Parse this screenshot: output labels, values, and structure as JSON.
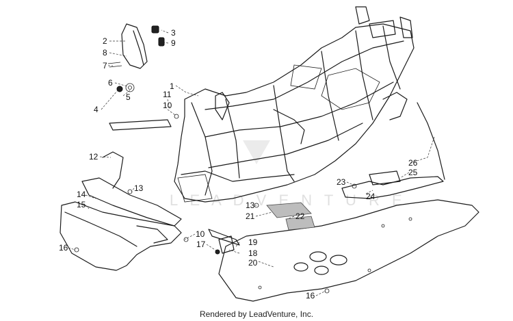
{
  "labels": {
    "n1": "1",
    "n2": "2",
    "n3": "3",
    "n4": "4",
    "n5": "5",
    "n6": "6",
    "n7": "7",
    "n8": "8",
    "n9": "9",
    "n10a": "10",
    "n10b": "10",
    "n11": "11",
    "n12": "12",
    "n13a": "13",
    "n13b": "13",
    "n14": "14",
    "n15": "15",
    "n16a": "16",
    "n16b": "16",
    "n17": "17",
    "n18": "18",
    "n19": "19",
    "n20": "20",
    "n21": "21",
    "n22": "22",
    "n23": "23",
    "n24": "24",
    "n25": "25",
    "n26": "26"
  },
  "footer": "Rendered by LeadVenture, Inc."
}
